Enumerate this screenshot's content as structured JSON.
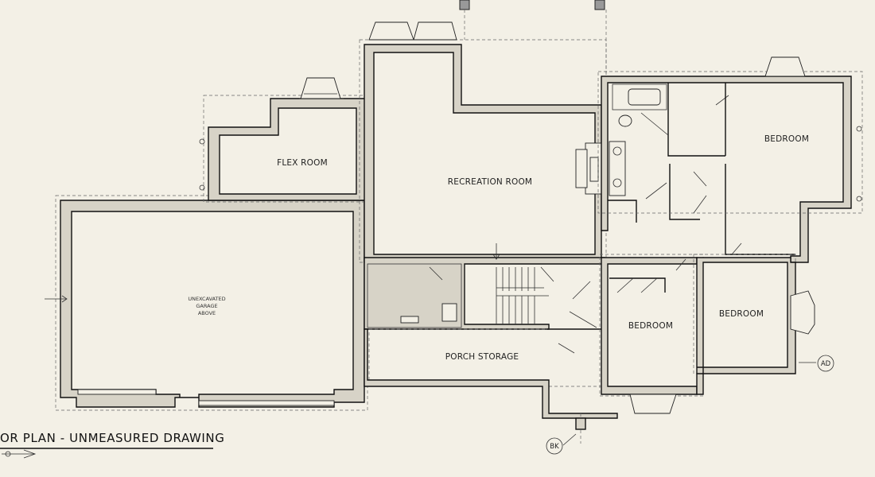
{
  "drawing": {
    "title": "OR PLAN - UNMEASURED DRAWING",
    "rooms": {
      "flex_room": "FLEX ROOM",
      "recreation_room": "RECREATION ROOM",
      "bedroom_ne": "BEDROOM",
      "bedroom_center": "BEDROOM",
      "bedroom_east": "BEDROOM",
      "porch_storage": "PORCH STORAGE",
      "garage_line1": "UNEXCAVATED",
      "garage_line2": "GARAGE",
      "garage_line3": "ABOVE"
    },
    "markers": {
      "ad": "AD",
      "bk": "BK"
    }
  },
  "colors": {
    "paper": "#f3f0e6",
    "ink": "#111111",
    "wall_fill": "#d7d3c7"
  }
}
